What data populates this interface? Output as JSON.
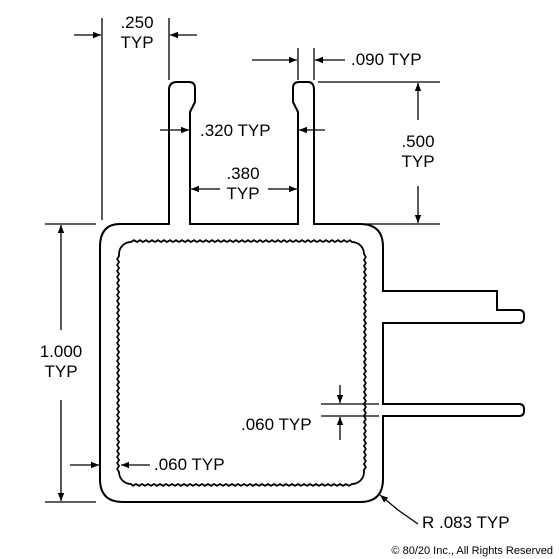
{
  "dimensions": {
    "dim_250": ".250",
    "dim_090": ".090 TYP",
    "dim_320": ".320 TYP",
    "dim_380": ".380",
    "dim_500": ".500",
    "dim_1000": "1.000",
    "dim_060_inner": ".060 TYP",
    "dim_060_outer": ".060 TYP",
    "radius": "R .083 TYP",
    "typ": "TYP"
  },
  "copyright": "© 80/20 Inc., All Rights Reserved"
}
